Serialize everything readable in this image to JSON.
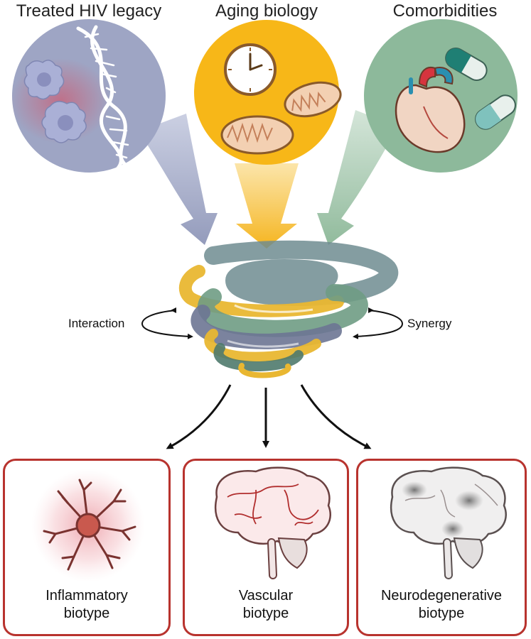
{
  "headings": {
    "hiv": "Treated HIV legacy",
    "aging": "Aging biology",
    "comorbidities": "Comorbidities"
  },
  "labels": {
    "interaction": "Interaction",
    "synergy": "Synergy"
  },
  "outcomes": {
    "inflammatory": {
      "line1": "Inflammatory",
      "line2": "biotype"
    },
    "vascular": {
      "line1": "Vascular",
      "line2": "biotype"
    },
    "neurodegenerative": {
      "line1": "Neurodegenerative",
      "line2": "biotype"
    }
  },
  "colors": {
    "hiv_circle": "#9ea5c4",
    "aging_circle": "#f7b718",
    "comorbidities_circle": "#8db99b",
    "box_border": "#b8332e",
    "vortex_yellow": "#e9b731",
    "vortex_green": "#6f9c84",
    "vortex_slate": "#6d7594"
  },
  "icons": [
    "dna-helix-icon",
    "infected-cell-icon",
    "clock-icon",
    "mitochondria-icon",
    "heart-icon",
    "pill-capsule-icon",
    "vortex-icon",
    "microglia-icon",
    "brain-icon"
  ]
}
